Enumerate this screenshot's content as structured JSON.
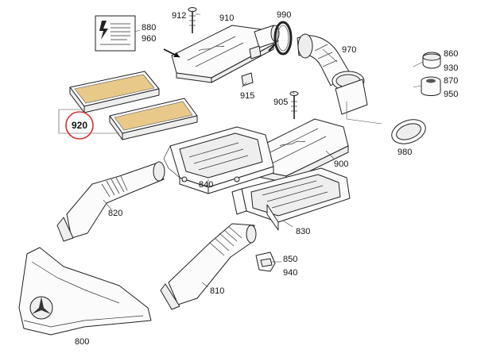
{
  "diagram": {
    "callouts": [
      {
        "id": "p912",
        "label": "912"
      },
      {
        "id": "p910",
        "label": "910"
      },
      {
        "id": "p990",
        "label": "990"
      },
      {
        "id": "p880",
        "label": "880"
      },
      {
        "id": "p960",
        "label": "960"
      },
      {
        "id": "p970",
        "label": "970"
      },
      {
        "id": "p860",
        "label": "860"
      },
      {
        "id": "p930",
        "label": "930"
      },
      {
        "id": "p870",
        "label": "870"
      },
      {
        "id": "p950",
        "label": "950"
      },
      {
        "id": "p915",
        "label": "915"
      },
      {
        "id": "p905",
        "label": "905"
      },
      {
        "id": "p920",
        "label": "920",
        "highlighted": true
      },
      {
        "id": "p980",
        "label": "980"
      },
      {
        "id": "p900",
        "label": "900"
      },
      {
        "id": "p840",
        "label": "840"
      },
      {
        "id": "p820",
        "label": "820"
      },
      {
        "id": "p830",
        "label": "830"
      },
      {
        "id": "p850",
        "label": "850"
      },
      {
        "id": "p940",
        "label": "940"
      },
      {
        "id": "p810",
        "label": "810"
      },
      {
        "id": "p800",
        "label": "800"
      }
    ],
    "colors": {
      "line": "#222222",
      "highlight_ring": "#d9302c",
      "filter_media": "#e8c98a"
    }
  }
}
